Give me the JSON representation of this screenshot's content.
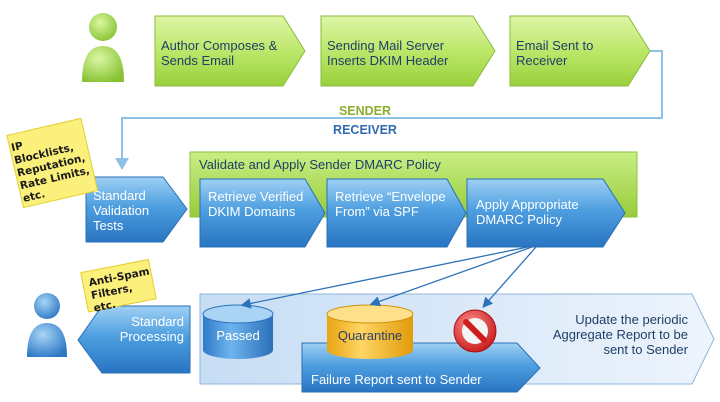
{
  "sender_steps": [
    "Author Composes & Sends Email",
    "Sending Mail Server Inserts DKIM Header",
    "Email Sent to Receiver"
  ],
  "divider": {
    "sender": "SENDER",
    "receiver": "RECEIVER"
  },
  "notes": {
    "ip": "IP Blocklists, Reputation, Rate Limits, etc.",
    "antispam": "Anti-Spam Filters, etc."
  },
  "receiver": {
    "standard_validation": "Standard Validation Tests",
    "dmarc_title": "Validate and Apply Sender DMARC Policy",
    "retrieve_dkim": "Retrieve Verified DKIM Domains",
    "retrieve_spf": "Retrieve “Envelope From” via SPF",
    "apply_policy": "Apply Appropriate DMARC Policy"
  },
  "outcomes": {
    "standard_processing": "Standard Processing",
    "passed": "Passed",
    "quarantine": "Quarantine",
    "failure_report": "Failure Report sent to Sender",
    "aggregate": "Update the periodic Aggregate Report to be sent to Sender"
  }
}
